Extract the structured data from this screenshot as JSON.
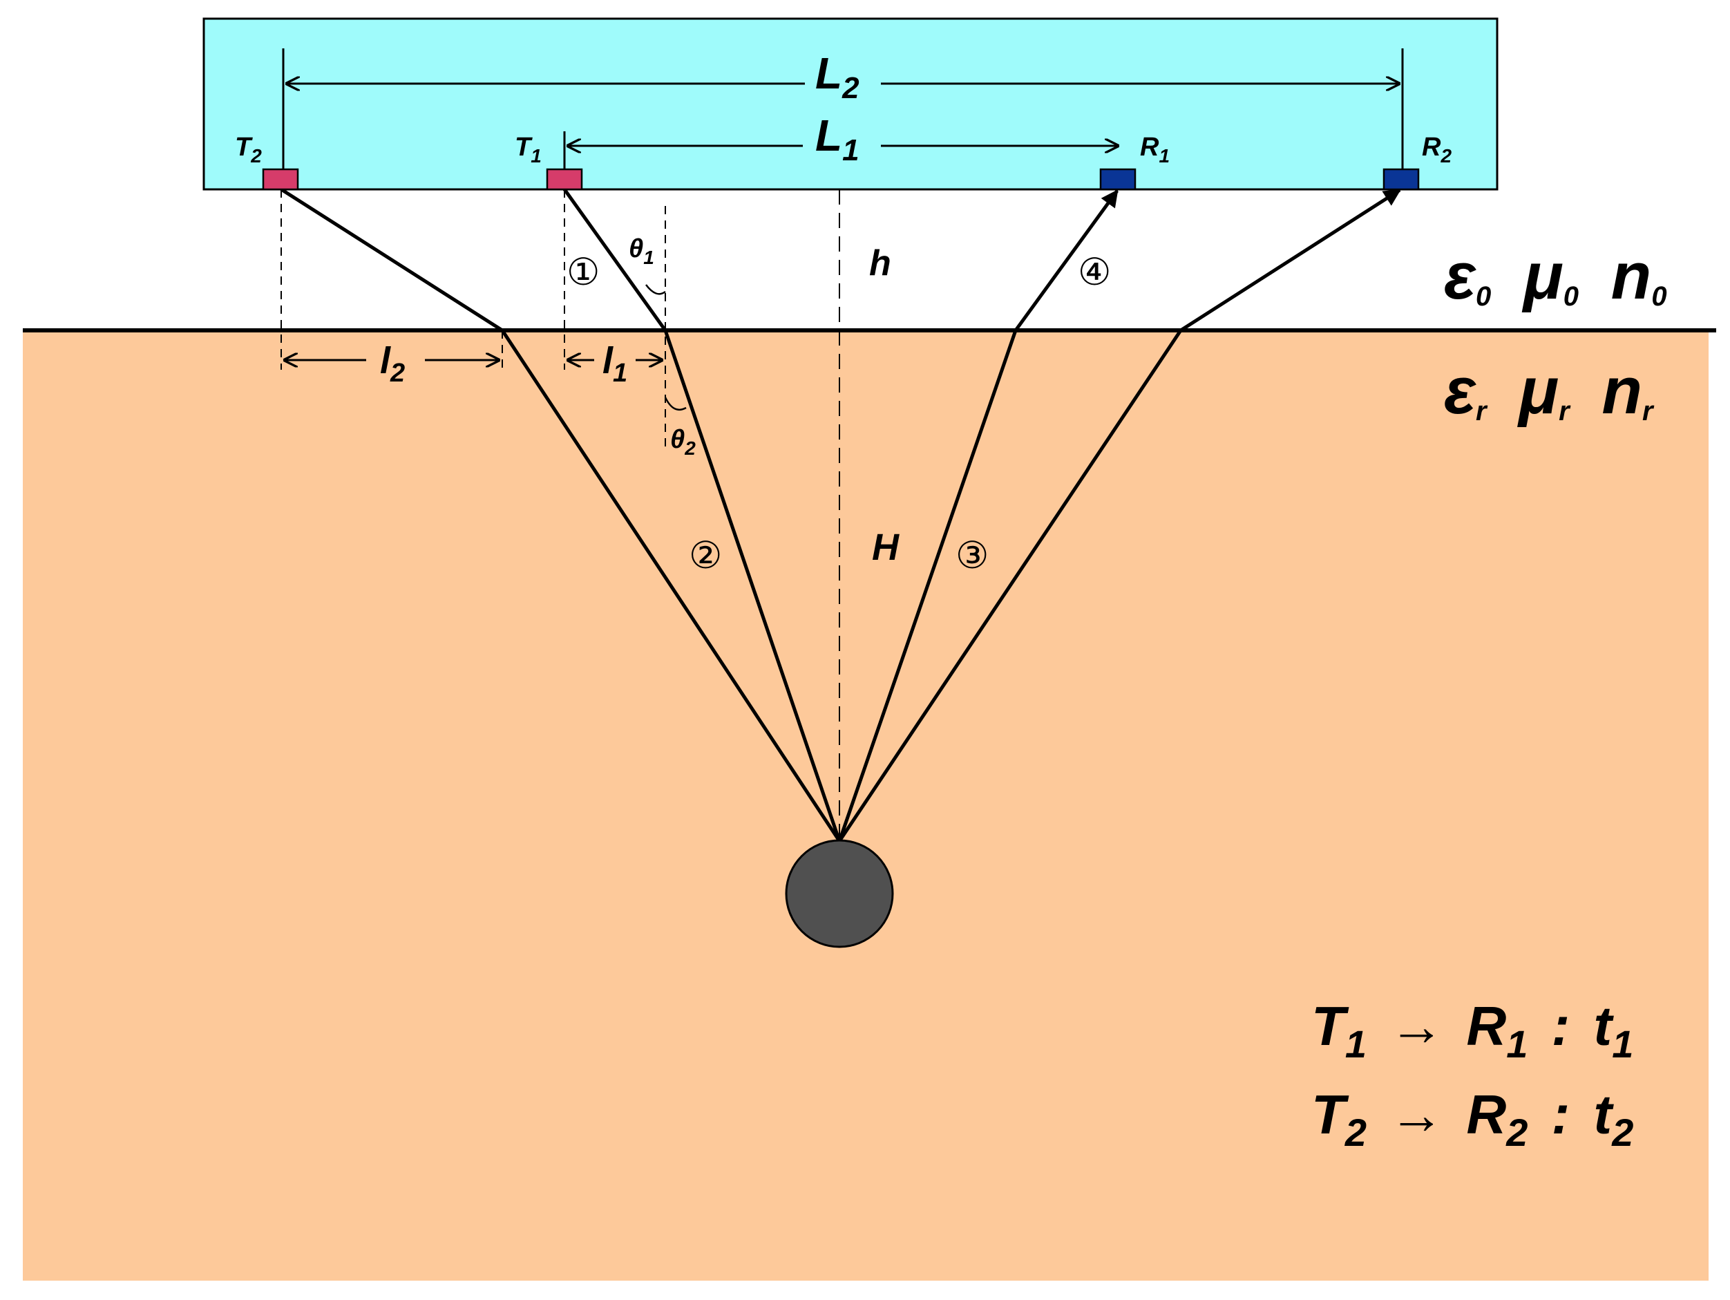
{
  "colors": {
    "antenna_board": "#9ffbfb",
    "ground": "#fdc99a",
    "transmitter": "#d63c6a",
    "receiver": "#0a3596",
    "target": "#505050",
    "line": "#000000"
  },
  "labels": {
    "L2": "L",
    "L2_sub": "2",
    "L1": "L",
    "L1_sub": "1",
    "T2": "T",
    "T2_sub": "2",
    "T1": "T",
    "T1_sub": "1",
    "R1": "R",
    "R1_sub": "1",
    "R2": "R",
    "R2_sub": "2",
    "theta1": "θ",
    "theta1_sub": "1",
    "theta2": "θ",
    "theta2_sub": "2",
    "h": "h",
    "H": "H",
    "l2": "l",
    "l2_sub": "2",
    "l1": "l",
    "l1_sub": "1",
    "path1": "①",
    "path2": "②",
    "path3": "③",
    "path4": "④"
  },
  "media": {
    "upper": {
      "eps": "ε",
      "eps_sub": "0",
      "mu": "μ",
      "mu_sub": "0",
      "n": "n",
      "n_sub": "0"
    },
    "lower": {
      "eps": "ε",
      "eps_sub": "r",
      "mu": "μ",
      "mu_sub": "r",
      "n": "n",
      "n_sub": "r"
    }
  },
  "equations": {
    "eq1": {
      "tx": "T",
      "tx_sub": "1",
      "arrow": "→",
      "rx": "R",
      "rx_sub": "1",
      "sep": ":",
      "t": "t",
      "t_sub": "1"
    },
    "eq2": {
      "tx": "T",
      "tx_sub": "2",
      "arrow": "→",
      "rx": "R",
      "rx_sub": "2",
      "sep": ":",
      "t": "t",
      "t_sub": "2"
    }
  }
}
